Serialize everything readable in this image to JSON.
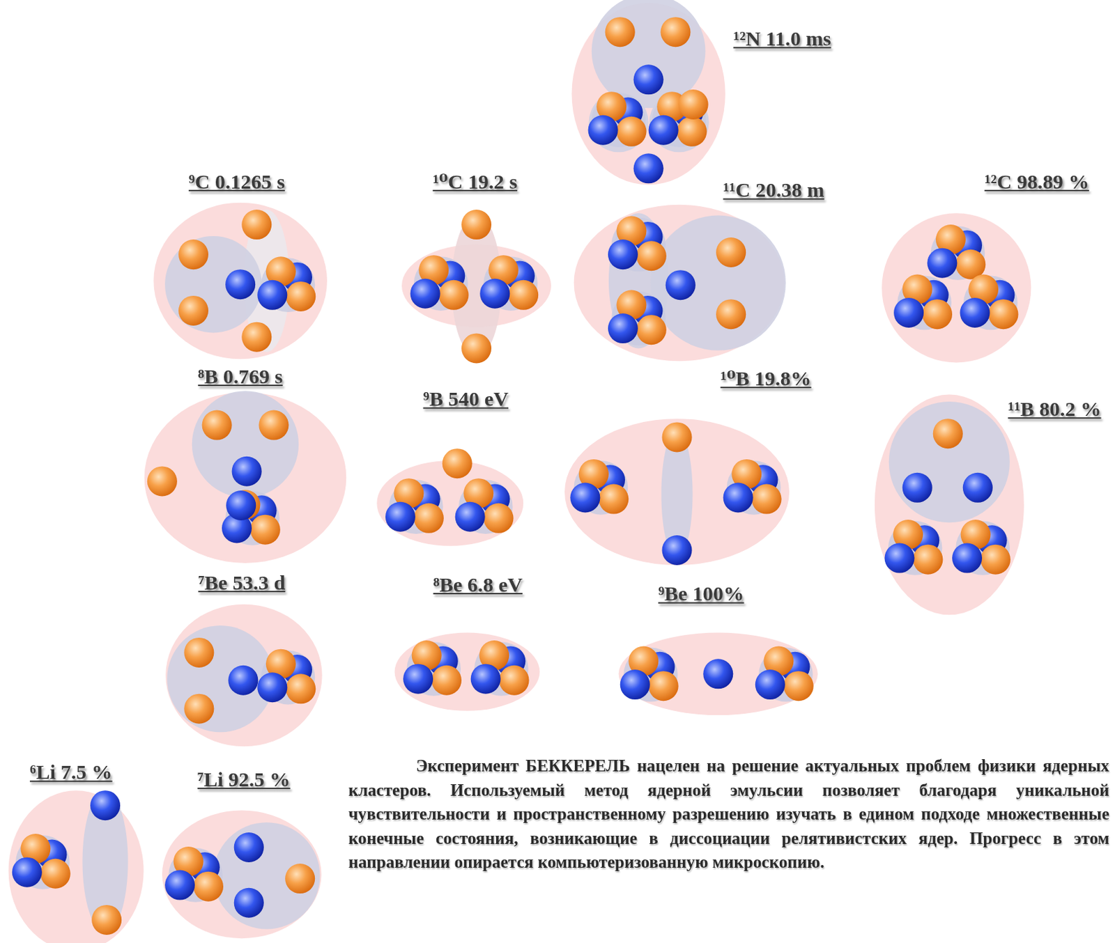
{
  "diagram": {
    "nodes": [
      {
        "text": [
          "¹²N 11.0 ms"
        ]
      },
      {
        "text": [
          "⁹C 0.1265 s"
        ]
      },
      {
        "text": [
          "¹⁰C 19.2 s"
        ]
      },
      {
        "text": [
          "¹¹C 20.38 m"
        ]
      },
      {
        "text": [
          "¹²C 98.89 %"
        ]
      },
      {
        "text": [
          "⁸B 0.769 s"
        ]
      },
      {
        "text": [
          "⁹B 540 eV"
        ]
      },
      {
        "text": [
          "¹⁰B 19.8%"
        ]
      },
      {
        "text": [
          "¹¹B 80.2 %"
        ]
      },
      {
        "text": [
          "⁷Be 53.3 d"
        ]
      },
      {
        "text": [
          "⁸Be 6.8 eV"
        ]
      },
      {
        "text": [
          "⁹Be 100%"
        ]
      },
      {
        "text": [
          "⁶Li 7.5 %"
        ]
      },
      {
        "text": [
          "⁷Li 92.5 %"
        ]
      }
    ],
    "labels": [
      "Эксперимент БЕККЕРЕЛЬ нацелен на решение актуальных проблем физики ядерных кластеров. Используемый метод ядерной эмульсии позволяет благодаря уникальной чувствительности и пространственному разрешению изучать в едином подходе множественные конечные состояния, возникающие в диссоциации релятивистских ядер. Прогресс в этом направлении опирается компьютеризованную микроскопию."
    ]
  }
}
